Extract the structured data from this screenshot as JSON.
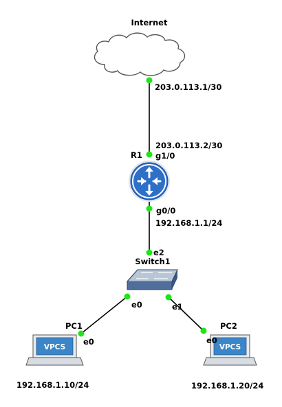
{
  "colors": {
    "link": "#000000",
    "port": "#22e41e",
    "router": "#2e6fc7",
    "switch": "#4f6f9a",
    "vpcs_screen": "#3a86c8"
  },
  "nodes": {
    "internet": {
      "label": "Internet",
      "icon": "cloud-icon"
    },
    "r1": {
      "label": "R1",
      "icon": "router-icon"
    },
    "switch1": {
      "label": "Switch1",
      "icon": "switch-icon"
    },
    "pc1": {
      "label": "PC1",
      "icon": "vpcs-icon",
      "screen_text": "VPCS",
      "ip": "192.168.1.10/24"
    },
    "pc2": {
      "label": "PC2",
      "icon": "vpcs-icon",
      "screen_text": "VPCS",
      "ip": "192.168.1.20/24"
    }
  },
  "links": {
    "internet_r1": {
      "a_ip": "203.0.113.1/30",
      "b_ip": "203.0.113.2/30",
      "b_port": "g1/0"
    },
    "r1_switch": {
      "a_port": "g0/0",
      "a_ip": "192.168.1.1/24",
      "b_port": "e2"
    },
    "switch_pc1": {
      "a_port": "e0",
      "b_port": "e0"
    },
    "switch_pc2": {
      "a_port": "e1",
      "b_port": "e0"
    }
  }
}
